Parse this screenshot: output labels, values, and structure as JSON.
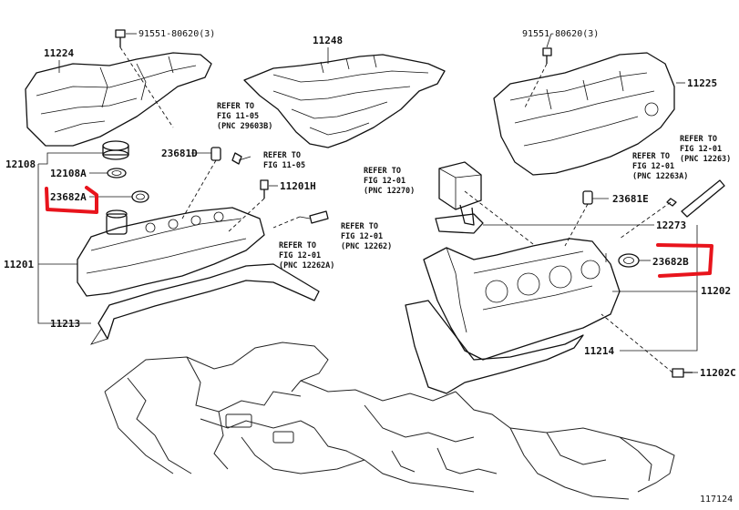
{
  "labels": {
    "bolt_left": "91551-80620(3)",
    "bolt_right": "91551-80620(3)",
    "cover_l_top": "11224",
    "cover_mid_top": "11248",
    "cover_r_top": "11225",
    "cap": "12108",
    "cap_gasket": "12108A",
    "seal_left": "23682A",
    "valve_cover_left": "11201",
    "gasket_left": "11213",
    "hose_fitting_left": "23681D",
    "sensor_left": "11201H",
    "fitting_right": "23681E",
    "gasket_small_right": "12273",
    "seal_right": "23682B",
    "valve_cover_right": "11202",
    "gasket_right": "11214",
    "sensor_right": "11202C",
    "figure_number": "117124"
  },
  "refs": {
    "fig_11_05_a": [
      "REFER TO",
      "FIG 11-05",
      "(PNC 29603B)"
    ],
    "fig_11_05_b": [
      "REFER TO",
      "FIG 11-05"
    ],
    "fig_12_01_left": [
      "REFER TO",
      "FIG 12-01",
      "(PNC 12262A)"
    ],
    "fig_12_01_leftb": [
      "REFER TO",
      "FIG 12-01",
      "(PNC 12262)"
    ],
    "fig_12_01_center": [
      "REFER TO",
      "FIG 12-01",
      "(PNC 12270)"
    ],
    "fig_12_01_right_a": [
      "REFER TO",
      "FIG 12-01",
      "(PNC 12263A)"
    ],
    "fig_12_01_right_b": [
      "REFER TO",
      "FIG 12-01",
      "(PNC 12263)"
    ]
  },
  "highlight_color": "#e8141c"
}
